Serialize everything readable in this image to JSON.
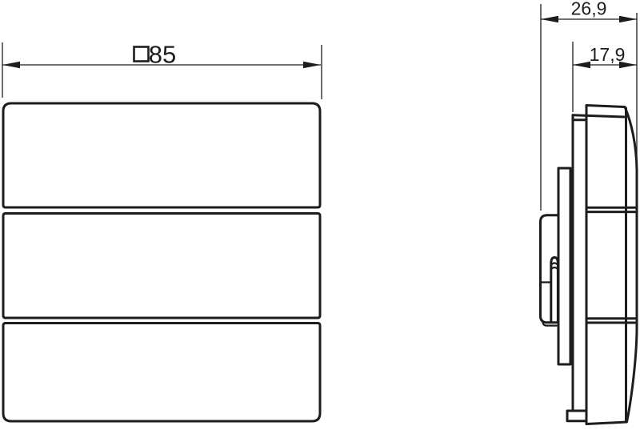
{
  "front_view": {
    "width_dimension": {
      "symbol": "□",
      "value": "85"
    },
    "rocker_count": 3
  },
  "side_view": {
    "total_depth_value": "26,9",
    "front_depth_value": "17,9"
  },
  "style": {
    "line_color": "#1d1d1b",
    "background": "#ffffff"
  }
}
